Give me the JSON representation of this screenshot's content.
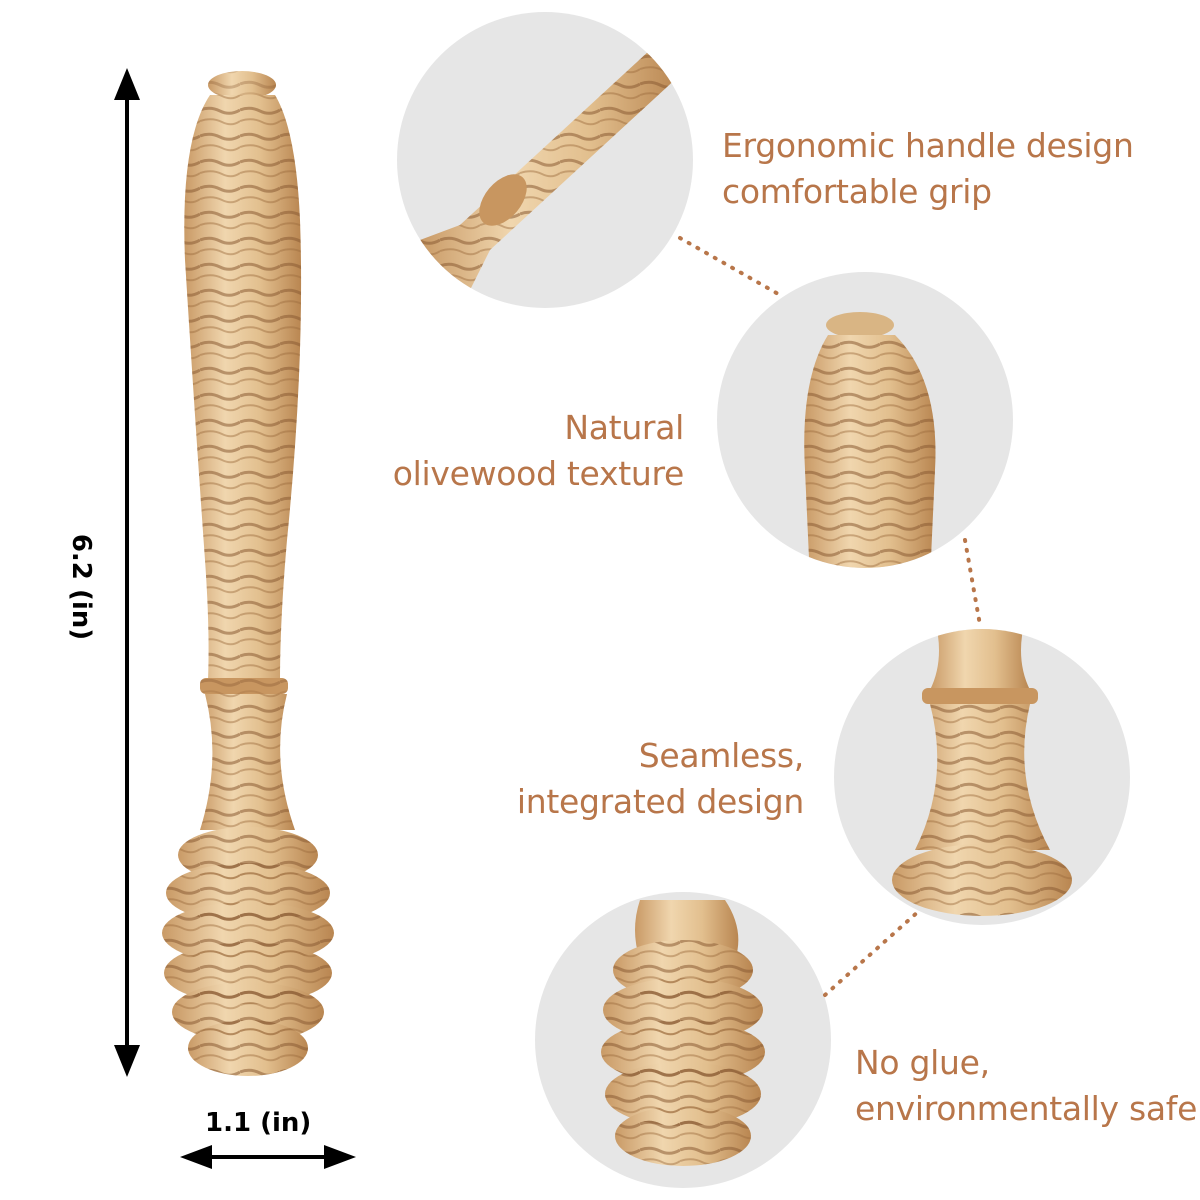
{
  "product": {
    "dimensions": {
      "height_label": "6.2 (in)",
      "width_label": "1.1 (in)"
    }
  },
  "features": [
    {
      "line1": "Ergonomic handle design",
      "line2": "comfortable grip"
    },
    {
      "line1": "Natural",
      "line2": "olivewood texture"
    },
    {
      "line1": "Seamless,",
      "line2": "integrated design"
    },
    {
      "line1": "No glue,",
      "line2": "environmentally safe"
    }
  ],
  "colors": {
    "text_accent": "#b8764a",
    "circle_bg": "#e6e6e6",
    "wood_light": "#e7c79a",
    "wood_dark": "#8a5a32"
  }
}
